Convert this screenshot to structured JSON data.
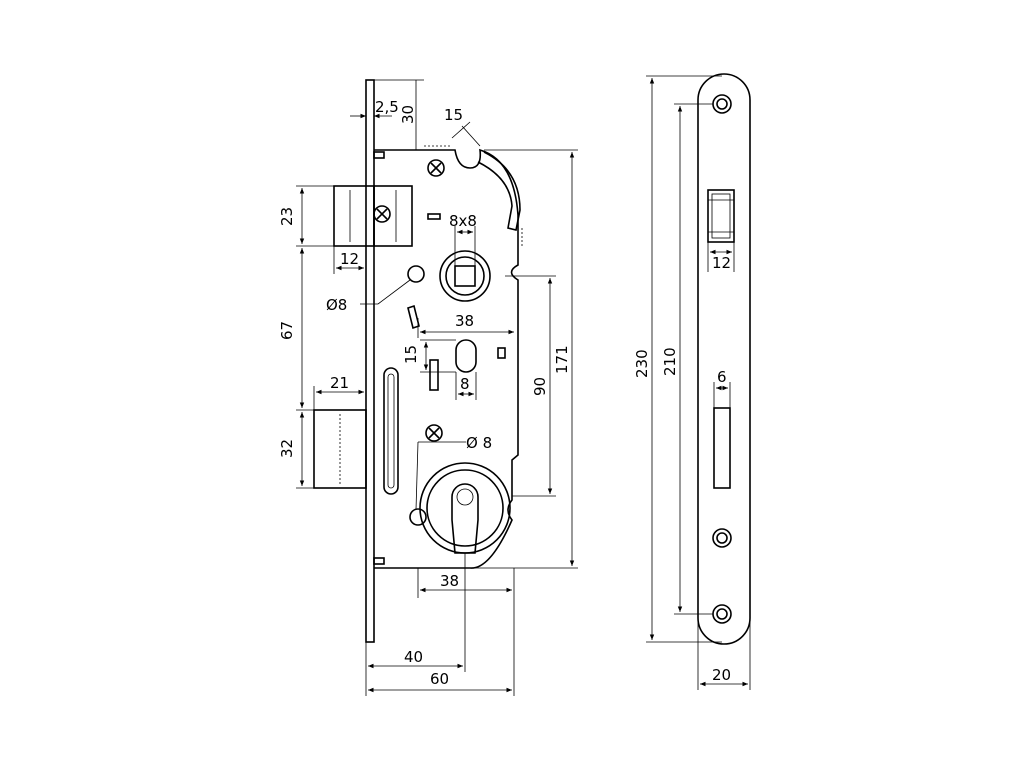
{
  "dimensions": {
    "faceplate_thickness": "2,5",
    "top_offset": "30",
    "latch_angle": "15",
    "latch_height": "23",
    "latch_projection": "12",
    "spindle_square": "8x8",
    "hole_diameter_top": "Ø8",
    "latch_to_deadbolt": "67",
    "handle_offset": "38",
    "slot_height": "15",
    "slot_width": "8",
    "deadbolt_projection": "21",
    "deadbolt_height": "32",
    "hole_diameter_bottom": "Ø 8",
    "spindle_to_cylinder": "90",
    "case_height": "171",
    "cylinder_offset": "38",
    "backset": "40",
    "case_depth": "60",
    "strike_length": "230",
    "strike_hole_spacing": "210",
    "strike_latch_width": "12",
    "strike_bolt_width": "6",
    "strike_width": "20"
  },
  "colors": {
    "line": "#000000",
    "background": "#ffffff"
  },
  "icons": [
    "phillips-screw-icon"
  ]
}
